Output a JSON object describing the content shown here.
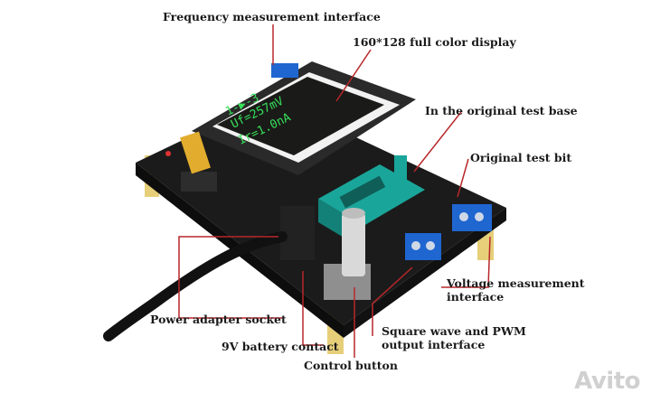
{
  "labels": {
    "frequency": "Frequency measurement interface",
    "display": "160*128 full color display",
    "test_base": "In the original test base",
    "test_bit": "Original test bit",
    "voltage_1": "Voltage measurement",
    "voltage_2": "interface",
    "square_1": "Square wave and PWM",
    "square_2": "output interface",
    "power": "Power adapter socket",
    "battery": "9V battery contact",
    "control": "Control button"
  },
  "screen": {
    "line1": "1-▶-3",
    "line2": "Uf=257mV",
    "line3": "Ir=1.0nA"
  },
  "watermark": "Avito",
  "colors": {
    "pcb": "#1b1b1b",
    "terminal_blue": "#1f66d1",
    "socket_teal": "#1aa59a",
    "leader_red": "#b8272a"
  }
}
